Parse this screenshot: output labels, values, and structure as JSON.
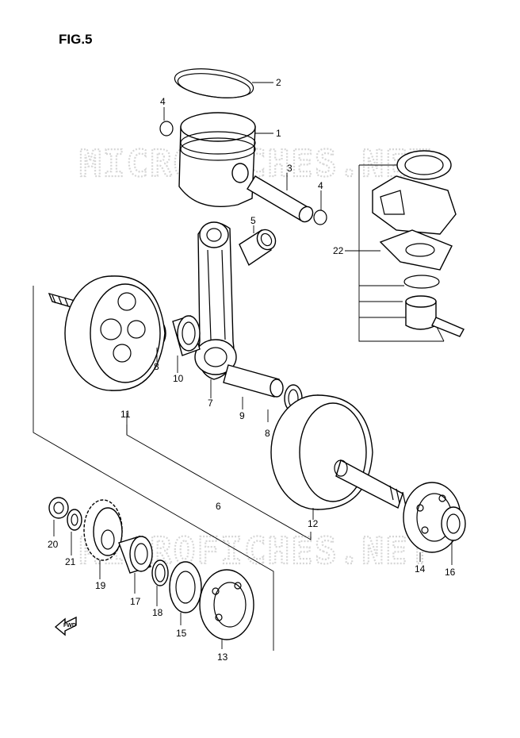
{
  "figure_title": "FIG.5",
  "watermark": "MICROFICHES.NET",
  "fwd_label": "FWD",
  "callouts": [
    "1",
    "2",
    "3",
    "4",
    "4",
    "5",
    "6",
    "7",
    "8",
    "8",
    "9",
    "10",
    "11",
    "12",
    "13",
    "14",
    "15",
    "16",
    "17",
    "18",
    "19",
    "20",
    "21",
    "22"
  ]
}
